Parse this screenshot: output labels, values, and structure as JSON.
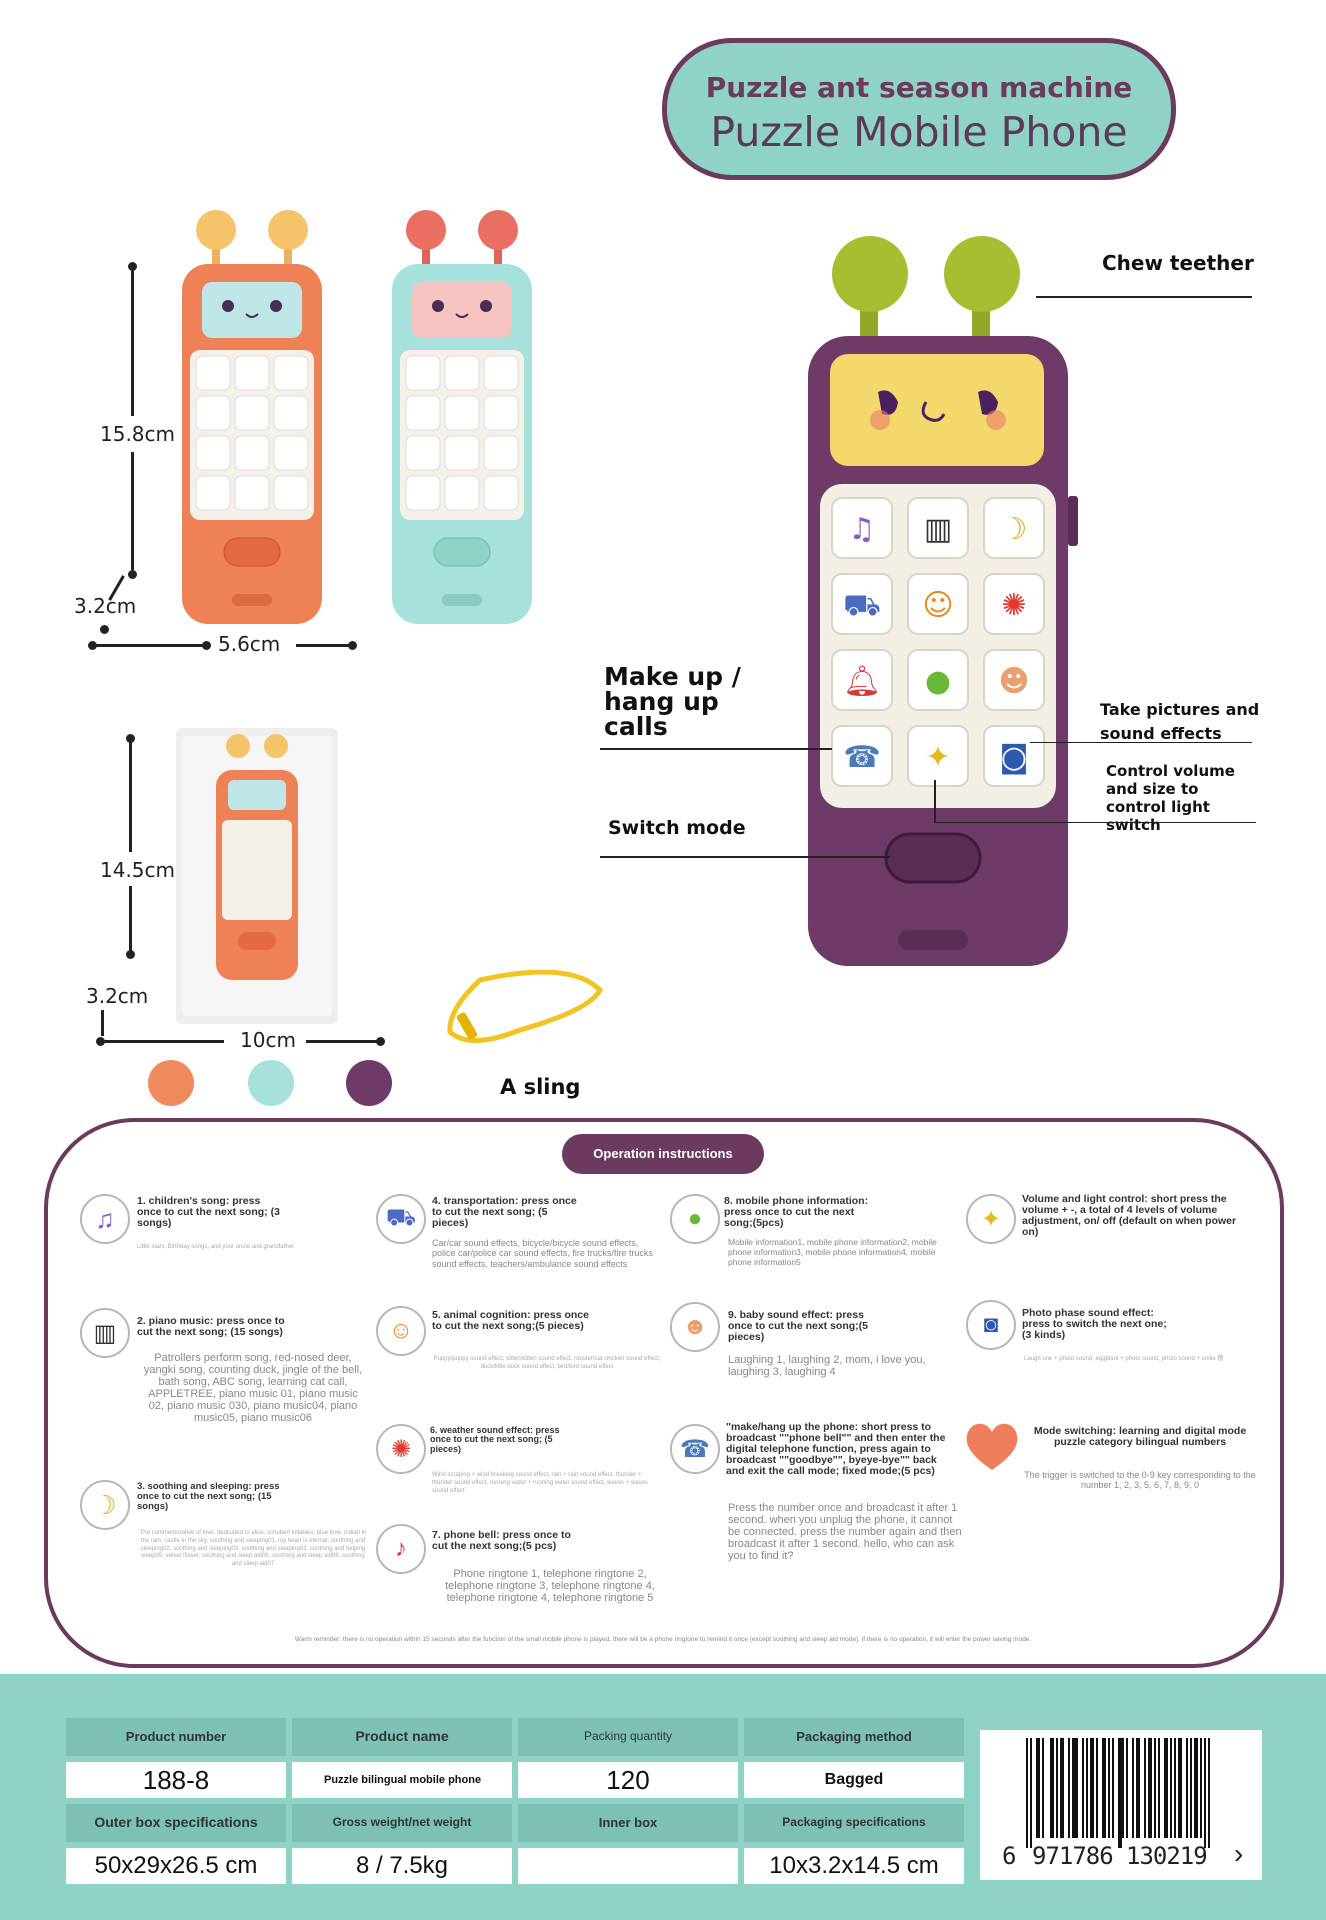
{
  "title": {
    "line1": "Puzzle ant season machine",
    "line2": "Puzzle Mobile Phone"
  },
  "dimensions": {
    "height": "15.8cm",
    "depth": "3.2cm",
    "width": "5.6cm",
    "pkg_height": "14.5cm",
    "pkg_depth": "3.2cm",
    "pkg_width": "10cm"
  },
  "callouts": {
    "chew": "Chew teether",
    "calls": "Make up / hang up calls",
    "switch": "Switch mode",
    "pictures": "Take pictures and sound effects",
    "volume": "Control volume and size to control light switch",
    "sling": "A sling"
  },
  "colors": {
    "orange": "#ef8a5c",
    "mint": "#a6e1dc",
    "purple": "#6e3a68",
    "panel_border": "#6b3a5e",
    "teal": "#8fd3c6"
  },
  "instructions": {
    "tab": "Operation instructions",
    "items": [
      {
        "icon": "music-note-icon",
        "title": "1. children's song: press once to cut the next song; (3 songs)",
        "desc": "Little stars, Birthday songs, and your uncle and grandfather"
      },
      {
        "icon": "piano-icon",
        "title": "2. piano music: press once to cut the next song; (15 songs)",
        "desc": "Patrollers perform song, red-nosed deer, yangki song, counting duck, jingle of the bell, bath song, ABC song, learning cat call, APPLETREE, piano music 01, piano music 02, piano music 030, piano music04, piano music05, piano music06"
      },
      {
        "icon": "moon-icon",
        "title": "3. soothing and sleeping: press once to cut the next song; (15 songs)",
        "desc": "The commemorative of love, dedicated to alice, schubert lullabies, blue love, indian in the rain, castle in the sky, soothing and sleeping01, my heart is eternal, soothing and sleeping02, soothing and sleeping03, soothing and sleeping03, soothing and helping sleep05, velvet flower, soothing and sleep aid06, soothing and sleep aid06, soothing and sleep aid07"
      },
      {
        "icon": "car-icon",
        "title": "4. transportation: press once to cut the next song; (5 pieces)",
        "desc": "Car/car sound effects, bicycle/bicycle sound effects, police car/police car sound effects, fire trucks/fire trucks sound effects, teachers/ambulance sound effects"
      },
      {
        "icon": "cat-icon",
        "title": "5. animal cognition: press once to cut the next song;(5 pieces)",
        "desc": "Puppy/puppy sound effect, kitten/kitten sound effect, rooster/cat chicken sound effect, duck/little duck sound effect, bird/bird sound effect"
      },
      {
        "icon": "sun-icon",
        "title": "6. weather sound effect: press once to cut the next song; (5 pieces)",
        "desc": "Wind scraping + wind breaking sound effect, rain + rain sound effect, thunder + thunder sound effect, running water + running water sound effect, waves + waves sound effect"
      },
      {
        "icon": "bell-icon",
        "title": "7. phone bell: press once to cut the next song;(5 pcs)",
        "desc": "Phone ringtone 1, telephone ringtone 2, telephone ringtone 3, telephone ringtone 4, telephone ringtone 4, telephone ringtone 5"
      },
      {
        "icon": "chat-icon",
        "title": "8. mobile phone information: press once to cut the next song;(5pcs)",
        "desc": "Mobile information1, mobile phone information2, mobile phone information3, mobile phone information4, mobile phone information5"
      },
      {
        "icon": "baby-face-icon",
        "title": "9. baby sound effect: press once to cut the next song;(5 pieces)",
        "desc": "Laughing 1, laughing 2, mom, i love you, laughing 3, laughing 4"
      },
      {
        "icon": "phone-icon",
        "title": "\"make/hang up the phone: short press to broadcast \"\"phone bell\"\" and then enter the digital telephone function, press again to broadcast \"\"goodbye\"\", byeye-bye\"\" back and exit the call mode; fixed mode;(5 pcs)",
        "desc": "Press the number once and broadcast it after 1 second. when you unplug the phone, it cannot be connected. press the number again and then broadcast it after 1 second. hello, who can ask you to find it?"
      },
      {
        "icon": "bulb-icon",
        "title": "Volume and light control: short press the volume + -, a total of 4 levels of volume adjustment, on/ off (default on when power on)",
        "desc": ""
      },
      {
        "icon": "camera-icon",
        "title": "Photo phase sound effect: press to switch the next one; (3 kinds)",
        "desc": "Laugh one + photo sound, eggplant + photo sound, photo sound + smile 撸"
      },
      {
        "icon": "heart-icon",
        "title": "Mode switching: learning and digital mode puzzle category  bilingual numbers",
        "desc": "The trigger is switched to the 0-9 key corresponding to the number 1, 2, 3, 5, 6, 7, 8, 9, 0"
      }
    ],
    "warm": "Warm reminder: there is no operation within 15 seconds after the function of the small mobile phone is played. there will be a phone ringtone to remind it once (except soothing and sleep aid mode). if there is no operation, it will enter the power saving mode."
  },
  "table": {
    "h_product_number": "Product number",
    "h_product_name": "Product name",
    "h_packing_qty": "Packing quantity",
    "h_packaging_method": "Packaging method",
    "v_product_number": "188-8",
    "v_product_name": "Puzzle bilingual mobile phone",
    "v_packing_qty": "120",
    "v_packaging_method": "Bagged",
    "h_outer_box": "Outer box specifications",
    "h_weight": "Gross weight/net weight",
    "h_inner_box": "Inner box",
    "h_pack_spec": "Packaging specifications",
    "v_outer_box": "50x29x26.5 cm",
    "v_weight": "8 / 7.5kg",
    "v_inner_box": "",
    "v_pack_spec": "10x3.2x14.5 cm"
  },
  "barcode": {
    "digits_first": "6",
    "digits_mid1": "971786",
    "digits_mid2": "130219",
    "arrow": "›"
  }
}
